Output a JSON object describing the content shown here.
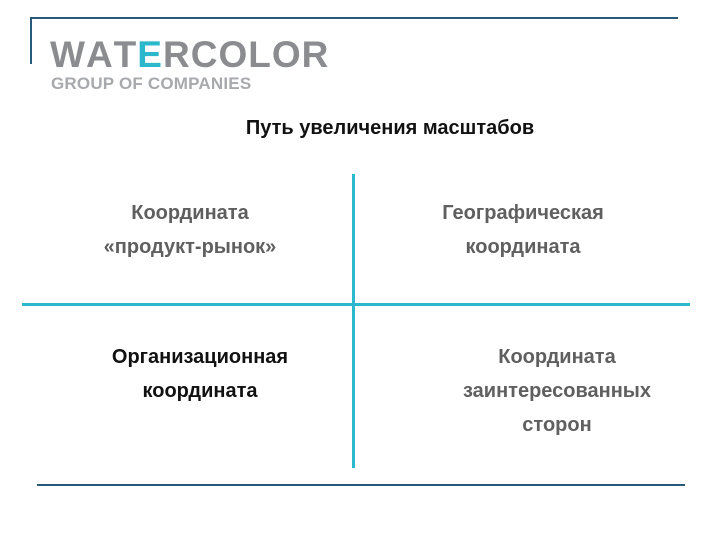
{
  "logo": {
    "letters": [
      {
        "ch": "W",
        "color": "#8a8c8f"
      },
      {
        "ch": "A",
        "color": "#8a8c8f"
      },
      {
        "ch": "T",
        "color": "#8a8c8f"
      },
      {
        "ch": "E",
        "color": "#2bb8cc"
      },
      {
        "ch": "R",
        "color": "#8a8c8f"
      },
      {
        "ch": "C",
        "color": "#8a8c8f"
      },
      {
        "ch": "O",
        "color": "#8a8c8f"
      },
      {
        "ch": "L",
        "color": "#8a8c8f"
      },
      {
        "ch": "O",
        "color": "#8a8c8f"
      },
      {
        "ch": "R",
        "color": "#8a8c8f"
      }
    ],
    "subtitle": "GROUP OF COMPANIES"
  },
  "title": "Путь увеличения масштабов",
  "quadrants": {
    "top_left": [
      "Координата",
      "«продукт-рынок»"
    ],
    "top_right": [
      "Географическая",
      "координата"
    ],
    "bottom_left": [
      "Организационная",
      "координата"
    ],
    "bottom_right": [
      "Координата",
      "заинтересованных",
      "сторон"
    ]
  },
  "colors": {
    "accent": "#2bb8cc",
    "frame": "#2a5a7a",
    "logo_gray": "#8a8c8f",
    "subtitle_gray": "#a7a9ac",
    "light_text": "#5f5f5f",
    "dark_text": "#111111"
  }
}
